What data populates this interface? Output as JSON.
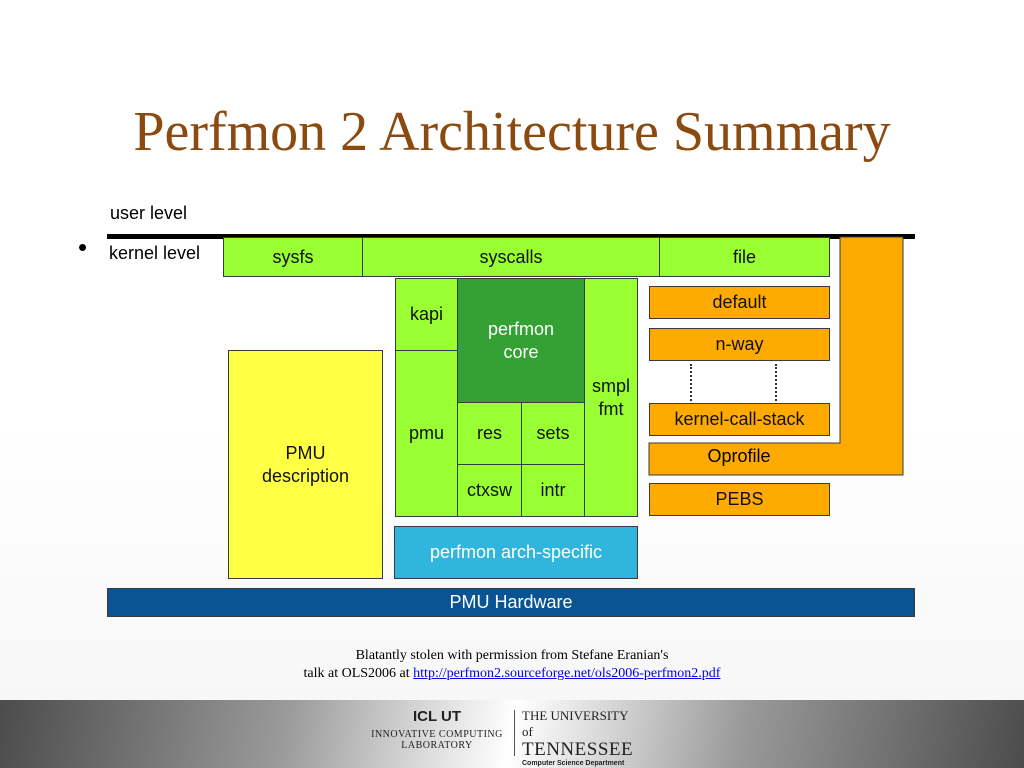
{
  "title": "Perfmon 2 Architecture Summary",
  "bullet": "•",
  "levels": {
    "user": "user level",
    "kernel": "kernel level"
  },
  "interfaces": {
    "sysfs": "sysfs",
    "syscalls": "syscalls",
    "file": "file"
  },
  "core": {
    "kapi": "kapi",
    "perfmon_core": "perfmon core",
    "pmu": "pmu",
    "res": "res",
    "sets": "sets",
    "ctxsw": "ctxsw",
    "intr": "intr",
    "smpl_fmt": "smpl fmt"
  },
  "formats": {
    "default": "default",
    "nway": "n-way",
    "kernel_call_stack": "kernel-call-stack",
    "oprofile": "Oprofile",
    "pebs": "PEBS"
  },
  "pmu_description": "PMU description",
  "arch_specific": "perfmon arch-specific",
  "hardware": "PMU Hardware",
  "credit": {
    "line1": "Blatantly stolen with permission from Stefane Eranian's",
    "line2_prefix": "talk at OLS2006 at ",
    "link": "http://perfmon2.sourceforge.net/ols2006-perfmon2.pdf"
  },
  "footer": {
    "icl_logo": "ICL UT",
    "icl_line1": "INNOVATIVE COMPUTING",
    "icl_line2": "LABORATORY",
    "utk_line1": "THE UNIVERSITY of",
    "utk_line2": "TENNESSEE",
    "utk_line3": "Computer Science Department"
  },
  "colors": {
    "title": "#8b4a0f",
    "green": "#99ff33",
    "dark_green": "#33a133",
    "orange": "#ffaa00",
    "yellow": "#ffff44",
    "cyan": "#30b5de",
    "navy": "#0a5494"
  }
}
